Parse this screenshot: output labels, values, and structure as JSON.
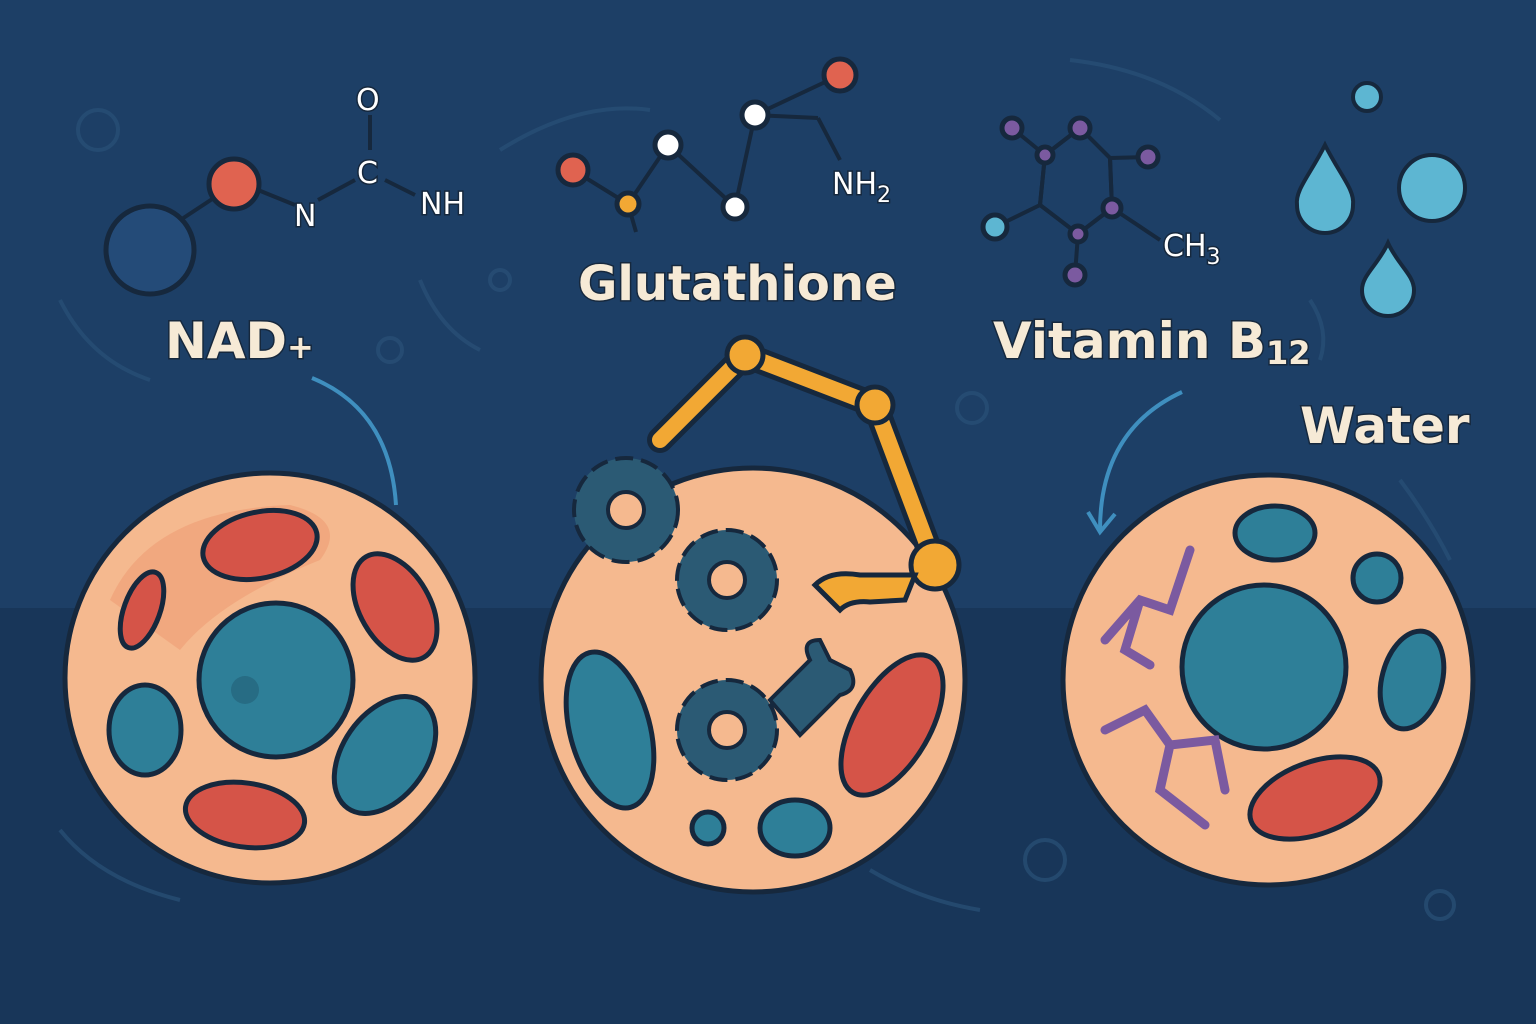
{
  "labels": {
    "nad": {
      "main": "NAD",
      "suffix": "+"
    },
    "glutathione": "Glutathione",
    "vitamin_b12": {
      "main": "Vitamin B",
      "sub": "12"
    },
    "water": "Water"
  },
  "molecules": {
    "nad": {
      "o": "O",
      "c": "C",
      "n": "N",
      "nh": "NH"
    },
    "glutathione": {
      "nh2": "NH",
      "nh2_sub": "2"
    },
    "b12": {
      "ch3": "CH",
      "ch3_sub": "3"
    }
  },
  "colors": {
    "background": "#1d3f66",
    "background_lower": "#183659",
    "cell": "#f5b98f",
    "nucleus": "#2e7f98",
    "mitochondria": "#d55448",
    "gear": "#2b5a74",
    "robot_arm": "#f2a834",
    "b12_molecule": "#7b5aa0",
    "water": "#5db6d2"
  }
}
